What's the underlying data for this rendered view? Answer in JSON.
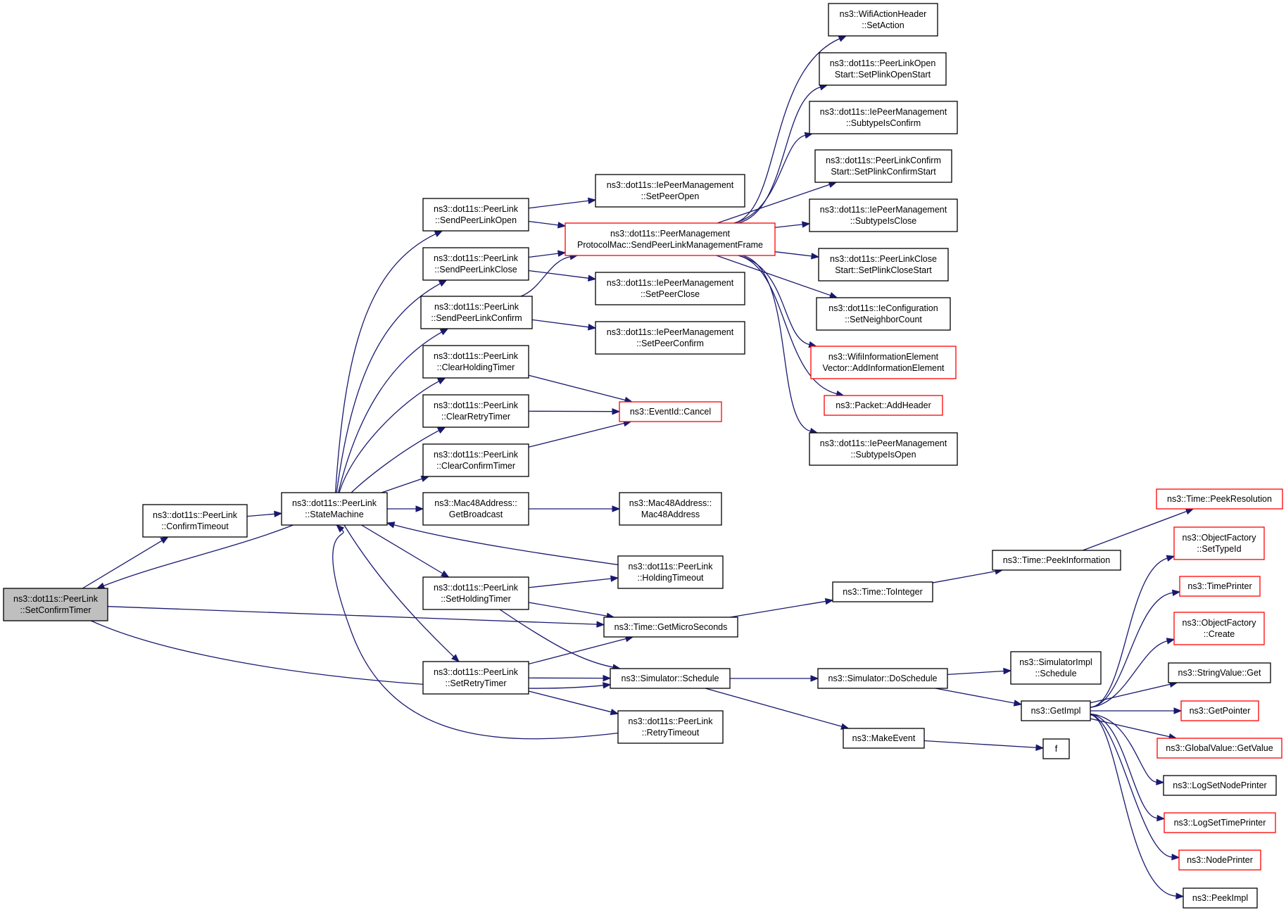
{
  "diagram": {
    "colors": {
      "edge": "#191970",
      "border_normal": "#000000",
      "border_truncated": "#ff0000",
      "fill_focus": "#bfbfbf",
      "fill_normal": "#ffffff"
    },
    "nodes": [
      {
        "id": "setConfirmTimer",
        "lines": [
          "ns3::dot11s::PeerLink",
          "::SetConfirmTimer"
        ],
        "style": "focus"
      },
      {
        "id": "confirmTimeout",
        "lines": [
          "ns3::dot11s::PeerLink",
          "::ConfirmTimeout"
        ],
        "style": "normal"
      },
      {
        "id": "stateMachine",
        "lines": [
          "ns3::dot11s::PeerLink",
          "::StateMachine"
        ],
        "style": "normal"
      },
      {
        "id": "sendPeerLinkOpen",
        "lines": [
          "ns3::dot11s::PeerLink",
          "::SendPeerLinkOpen"
        ],
        "style": "normal"
      },
      {
        "id": "sendPeerLinkClose",
        "lines": [
          "ns3::dot11s::PeerLink",
          "::SendPeerLinkClose"
        ],
        "style": "normal"
      },
      {
        "id": "sendPeerLinkConfirm",
        "lines": [
          "ns3::dot11s::PeerLink",
          "::SendPeerLinkConfirm"
        ],
        "style": "normal"
      },
      {
        "id": "clearHoldingTimer",
        "lines": [
          "ns3::dot11s::PeerLink",
          "::ClearHoldingTimer"
        ],
        "style": "normal"
      },
      {
        "id": "clearRetryTimer",
        "lines": [
          "ns3::dot11s::PeerLink",
          "::ClearRetryTimer"
        ],
        "style": "normal"
      },
      {
        "id": "clearConfirmTimer",
        "lines": [
          "ns3::dot11s::PeerLink",
          "::ClearConfirmTimer"
        ],
        "style": "normal"
      },
      {
        "id": "getBroadcast",
        "lines": [
          "ns3::Mac48Address::",
          "GetBroadcast"
        ],
        "style": "normal"
      },
      {
        "id": "setHoldingTimer",
        "lines": [
          "ns3::dot11s::PeerLink",
          "::SetHoldingTimer"
        ],
        "style": "normal"
      },
      {
        "id": "setRetryTimer",
        "lines": [
          "ns3::dot11s::PeerLink",
          "::SetRetryTimer"
        ],
        "style": "normal"
      },
      {
        "id": "setPeerOpen",
        "lines": [
          "ns3::dot11s::IePeerManagement",
          "::SetPeerOpen"
        ],
        "style": "normal"
      },
      {
        "id": "sendMgmtFrame",
        "lines": [
          "ns3::dot11s::PeerManagement",
          "ProtocolMac::SendPeerLinkManagementFrame"
        ],
        "style": "truncated"
      },
      {
        "id": "setPeerClose",
        "lines": [
          "ns3::dot11s::IePeerManagement",
          "::SetPeerClose"
        ],
        "style": "normal"
      },
      {
        "id": "setPeerConfirm",
        "lines": [
          "ns3::dot11s::IePeerManagement",
          "::SetPeerConfirm"
        ],
        "style": "normal"
      },
      {
        "id": "eventCancel",
        "lines": [
          "ns3::EventId::Cancel"
        ],
        "style": "truncated"
      },
      {
        "id": "mac48Address",
        "lines": [
          "ns3::Mac48Address::",
          "Mac48Address"
        ],
        "style": "normal"
      },
      {
        "id": "holdingTimeout",
        "lines": [
          "ns3::dot11s::PeerLink",
          "::HoldingTimeout"
        ],
        "style": "normal"
      },
      {
        "id": "getMicroSeconds",
        "lines": [
          "ns3::Time::GetMicroSeconds"
        ],
        "style": "normal"
      },
      {
        "id": "simSchedule",
        "lines": [
          "ns3::Simulator::Schedule"
        ],
        "style": "normal"
      },
      {
        "id": "retryTimeout",
        "lines": [
          "ns3::dot11s::PeerLink",
          "::RetryTimeout"
        ],
        "style": "normal"
      },
      {
        "id": "setAction",
        "lines": [
          "ns3::WifiActionHeader",
          "::SetAction"
        ],
        "style": "normal"
      },
      {
        "id": "setPlinkOpenStart",
        "lines": [
          "ns3::dot11s::PeerLinkOpen",
          "Start::SetPlinkOpenStart"
        ],
        "style": "normal"
      },
      {
        "id": "subtypeIsConfirm",
        "lines": [
          "ns3::dot11s::IePeerManagement",
          "::SubtypeIsConfirm"
        ],
        "style": "normal"
      },
      {
        "id": "setPlinkConfirmStart",
        "lines": [
          "ns3::dot11s::PeerLinkConfirm",
          "Start::SetPlinkConfirmStart"
        ],
        "style": "normal"
      },
      {
        "id": "subtypeIsClose",
        "lines": [
          "ns3::dot11s::IePeerManagement",
          "::SubtypeIsClose"
        ],
        "style": "normal"
      },
      {
        "id": "setPlinkCloseStart",
        "lines": [
          "ns3::dot11s::PeerLinkClose",
          "Start::SetPlinkCloseStart"
        ],
        "style": "normal"
      },
      {
        "id": "setNeighborCount",
        "lines": [
          "ns3::dot11s::IeConfiguration",
          "::SetNeighborCount"
        ],
        "style": "normal"
      },
      {
        "id": "addInfoElement",
        "lines": [
          "ns3::WifiInformationElement",
          "Vector::AddInformationElement"
        ],
        "style": "truncated"
      },
      {
        "id": "addHeader",
        "lines": [
          "ns3::Packet::AddHeader"
        ],
        "style": "truncated"
      },
      {
        "id": "subtypeIsOpen",
        "lines": [
          "ns3::dot11s::IePeerManagement",
          "::SubtypeIsOpen"
        ],
        "style": "normal"
      },
      {
        "id": "toInteger",
        "lines": [
          "ns3::Time::ToInteger"
        ],
        "style": "normal"
      },
      {
        "id": "doSchedule",
        "lines": [
          "ns3::Simulator::DoSchedule"
        ],
        "style": "normal"
      },
      {
        "id": "makeEvent",
        "lines": [
          "ns3::MakeEvent"
        ],
        "style": "normal"
      },
      {
        "id": "peekInformation",
        "lines": [
          "ns3::Time::PeekInformation"
        ],
        "style": "normal"
      },
      {
        "id": "simImplSchedule",
        "lines": [
          "ns3::SimulatorImpl",
          "::Schedule"
        ],
        "style": "normal"
      },
      {
        "id": "getImpl",
        "lines": [
          "ns3::GetImpl"
        ],
        "style": "normal"
      },
      {
        "id": "fNode",
        "lines": [
          "f"
        ],
        "style": "normal"
      },
      {
        "id": "peekResolution",
        "lines": [
          "ns3::Time::PeekResolution"
        ],
        "style": "truncated"
      },
      {
        "id": "ofSetTypeId",
        "lines": [
          "ns3::ObjectFactory",
          "::SetTypeId"
        ],
        "style": "truncated"
      },
      {
        "id": "timePrinter",
        "lines": [
          "ns3::TimePrinter"
        ],
        "style": "truncated"
      },
      {
        "id": "ofCreate",
        "lines": [
          "ns3::ObjectFactory",
          "::Create"
        ],
        "style": "truncated"
      },
      {
        "id": "stringValueGet",
        "lines": [
          "ns3::StringValue::Get"
        ],
        "style": "normal"
      },
      {
        "id": "getPointer",
        "lines": [
          "ns3::GetPointer"
        ],
        "style": "truncated"
      },
      {
        "id": "globalValueGet",
        "lines": [
          "ns3::GlobalValue::GetValue"
        ],
        "style": "truncated"
      },
      {
        "id": "logSetNodePrinter",
        "lines": [
          "ns3::LogSetNodePrinter"
        ],
        "style": "normal"
      },
      {
        "id": "logSetTimePrinter",
        "lines": [
          "ns3::LogSetTimePrinter"
        ],
        "style": "truncated"
      },
      {
        "id": "nodePrinter",
        "lines": [
          "ns3::NodePrinter"
        ],
        "style": "truncated"
      },
      {
        "id": "peekImpl",
        "lines": [
          "ns3::PeekImpl"
        ],
        "style": "normal"
      }
    ]
  }
}
